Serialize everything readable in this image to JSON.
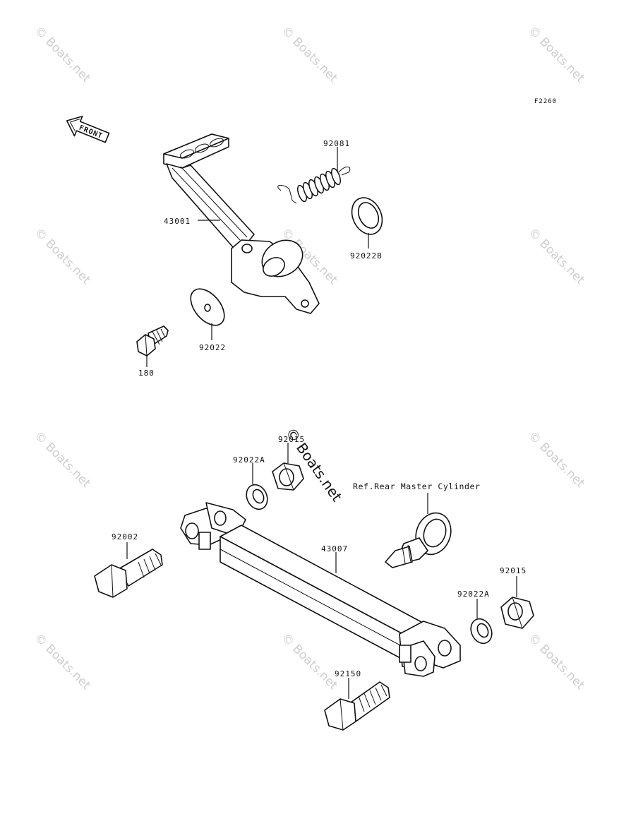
{
  "figure": {
    "code": "F2260",
    "front_label": "FRONT"
  },
  "watermark": {
    "text": "© Boats.net"
  },
  "parts": {
    "p43001": "43001",
    "p92081": "92081",
    "p92022B": "92022B",
    "p92022": "92022",
    "p180": "180",
    "p92015_top": "92015",
    "p92022A_top": "92022A",
    "p92002": "92002",
    "p43007": "43007",
    "p92015_right": "92015",
    "p92022A_right": "92022A",
    "p92150": "92150"
  },
  "reference": {
    "rear_master_cylinder": "Ref.Rear Master Cylinder"
  }
}
